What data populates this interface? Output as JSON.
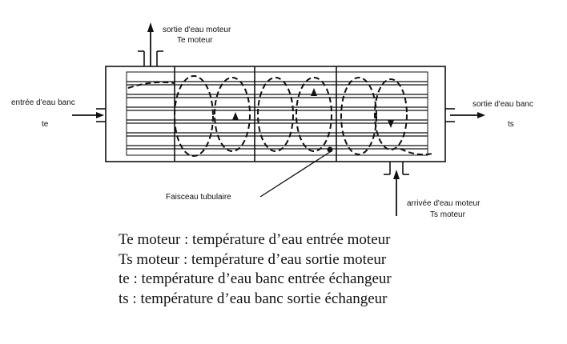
{
  "labels": {
    "engine_outlet_top": "sortie d'eau moteur",
    "engine_outlet_bottom": "Te moteur",
    "bench_inlet_top": "entrée d'eau banc",
    "bench_inlet_bottom": "te",
    "bench_outlet_top": "sortie d'eau banc",
    "bench_outlet_bottom": "ts",
    "tube_bundle": "Faisceau tubulaire",
    "engine_inlet_top": "arrivée d'eau moteur",
    "engine_inlet_bottom": "Ts moteur"
  },
  "legend": [
    "Te moteur : température d’eau entrée moteur",
    "Ts moteur : température d’eau sortie moteur",
    "te : température d’eau banc entrée échangeur",
    "ts : température d’eau banc sortie échangeur"
  ],
  "colors": {
    "line": "#111111",
    "background": "#ffffff"
  }
}
